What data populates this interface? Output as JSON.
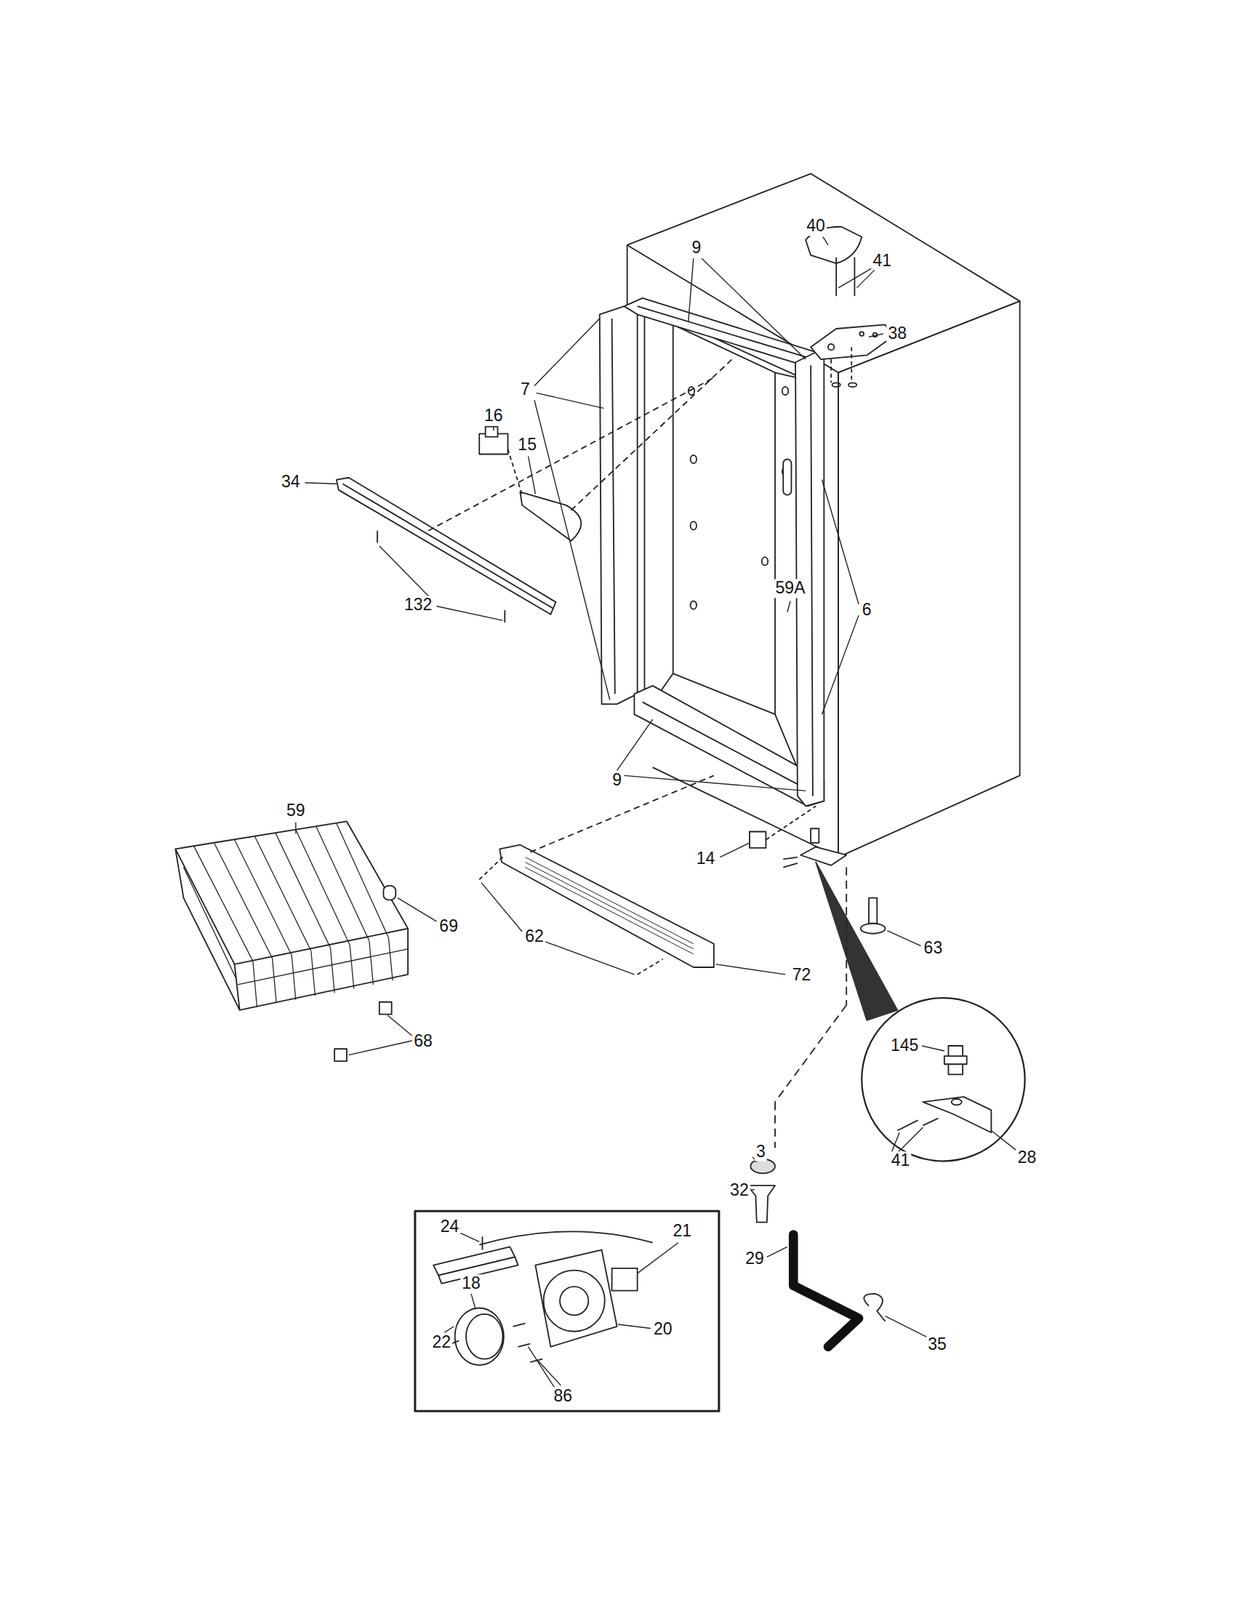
{
  "diagram": {
    "labels": [
      "40",
      "41",
      "38",
      "9",
      "7",
      "16",
      "15",
      "34",
      "132",
      "59A",
      "6",
      "9",
      "14",
      "59",
      "69",
      "62",
      "72",
      "63",
      "68",
      "145",
      "41",
      "28",
      "3",
      "32",
      "29",
      "35",
      "24",
      "21",
      "18",
      "22",
      "20",
      "86"
    ]
  }
}
